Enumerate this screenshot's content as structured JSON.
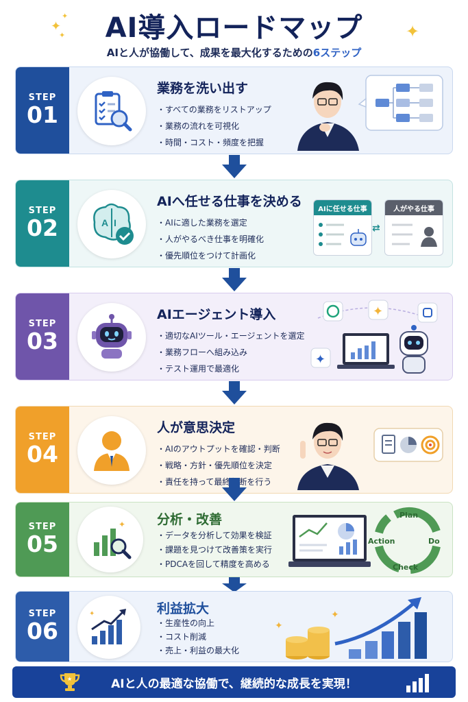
{
  "title": "AI導入ロードマップ",
  "subtitle_prefix": "AIと人が協働して、成果を最大化するための",
  "subtitle_highlight": "6ステップ",
  "step_label": "STEP",
  "steps": [
    {
      "num": "01",
      "heading": "業務を洗い出す",
      "bullets": [
        "すべての業務をリストアップ",
        "業務の流れを可視化",
        "時間・コスト・頻度を把握"
      ],
      "color": "#1f4f9c",
      "icon": "clipboard-search-icon"
    },
    {
      "num": "02",
      "heading": "AIへ任せる仕事を決める",
      "bullets": [
        "AIに適した業務を選定",
        "人がやるべき仕事を明確化",
        "優先順位をつけて計画化"
      ],
      "color": "#1e8c8f",
      "icon": "ai-brain-check-icon",
      "panel_ai": "AIに任せる仕事",
      "panel_human": "人がやる仕事"
    },
    {
      "num": "03",
      "heading": "AIエージェント導入",
      "bullets": [
        "適切なAIツール・エージェントを選定",
        "業務フローへ組み込み",
        "テスト運用で最適化"
      ],
      "color": "#6f55aa",
      "icon": "robot-icon"
    },
    {
      "num": "04",
      "heading": "人が意思決定",
      "bullets": [
        "AIのアウトプットを確認・判断",
        "戦略・方針・優先順位を決定",
        "責任を持って最終判断を行う"
      ],
      "color": "#f0a02a",
      "icon": "person-icon"
    },
    {
      "num": "05",
      "heading": "分析・改善",
      "bullets": [
        "データを分析して効果を検証",
        "課題を見つけて改善策を実行",
        "PDCAを回して精度を高める"
      ],
      "color": "#4f9a55",
      "icon": "chart-magnifier-icon",
      "pdca": [
        "Plan",
        "Do",
        "Check",
        "Action"
      ]
    },
    {
      "num": "06",
      "heading": "利益拡大",
      "bullets": [
        "生産性の向上",
        "コスト削減",
        "売上・利益の最大化"
      ],
      "color": "#2d5caa",
      "icon": "growth-chart-icon"
    }
  ],
  "footer": "AIと人の最適な協働で、継続的な成長を実現！",
  "colors": {
    "navy": "#13235a",
    "accent": "#2f62c4",
    "footer_bg": "#18429a"
  }
}
